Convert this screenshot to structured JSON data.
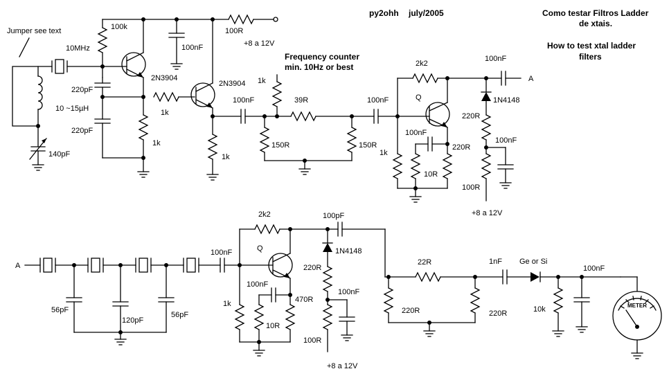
{
  "header": {
    "author": "py2ohh",
    "date": "july/2005",
    "title_pt_1": "Como testar Filtros Ladder",
    "title_pt_2": "de xtais.",
    "title_en_1": "How to test xtal ladder",
    "title_en_2": "filters"
  },
  "notes": {
    "jumper": "Jumper see text",
    "freq_1": "Frequency counter",
    "freq_2": "min. 10Hz or best",
    "supply": "+8 a 12V"
  },
  "oscillator": {
    "xtal": "10MHz",
    "r_bias": "100k",
    "q1": "2N3904",
    "c_dec": "100nF",
    "r_feed": "100R",
    "supply": "+8 a 12V",
    "c1": "220pF",
    "c2": "220pF",
    "coil": "10 ~15µH",
    "trim": "140pF",
    "r_base": "1k",
    "r_emit": "1k",
    "q2": "2N3904",
    "r_emit2": "1k"
  },
  "attenuator": {
    "c_in": "100nF",
    "r_pot": "1k",
    "r_series": "39R",
    "r_sh1": "150R",
    "r_sh2": "150R"
  },
  "amp1": {
    "c_in": "100nF",
    "r_fb": "2k2",
    "q": "Q",
    "c_out": "100nF",
    "out_label": "A",
    "diode": "1N4148",
    "r_coll": "220R",
    "c_dec": "100nF",
    "c_emit": "100nF",
    "r_emit": "220R",
    "r_base": "1k",
    "r_emit2": "10R",
    "r_feed": "100R",
    "supply": "+8 a 12V"
  },
  "filter": {
    "in_label": "A",
    "c_end1": "56pF",
    "c_mid": "120pF",
    "c_end2": "56pF"
  },
  "amp2": {
    "c_in": "100nF",
    "r_fb": "2k2",
    "q": "Q",
    "c_out": "100pF",
    "diode": "1N4148",
    "r_coll": "220R",
    "c_dec": "100nF",
    "c_emit": "100nF",
    "r_emit": "470R",
    "r_base": "1k",
    "r_emit2": "10R",
    "r_feed": "100R",
    "supply": "+8 a 12V"
  },
  "detector": {
    "r_series": "22R",
    "r_sh1": "220R",
    "r_sh2": "220R",
    "c_cpl": "1nF",
    "diode": "Ge or Si",
    "r_load": "10k",
    "c_filt": "100nF",
    "meter": "METER"
  }
}
